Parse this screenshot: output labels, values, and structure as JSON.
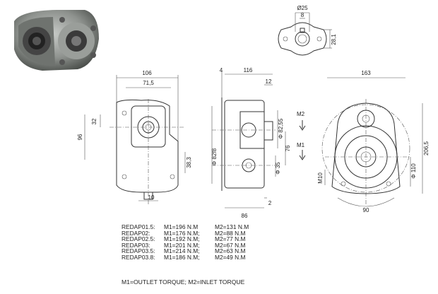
{
  "photo": {
    "alt_icon": "gearbox-photo"
  },
  "dims": {
    "front_width": "106",
    "front_inner": "71,5",
    "front_32": "32",
    "front_96": "96",
    "front_38": "38,3",
    "front_10": "10",
    "side_4": "4",
    "side_116": "116",
    "side_12": "12",
    "side_82_55": "Φ 82,55",
    "side_76": "76",
    "side_82_18": "Φ 82f8",
    "side_35": "Φ 35",
    "side_86": "86",
    "side_2": "2",
    "side_m2": "M2",
    "side_m1": "M1",
    "shaft_25": "Ø25",
    "shaft_8": "8",
    "shaft_28": "28,1",
    "rear_163": "163",
    "rear_110": "Φ 110",
    "rear_206": "206,5",
    "rear_m10": "M10",
    "rear_90": "90"
  },
  "table": {
    "rows": [
      {
        "model": "REDAP01.5:",
        "m1": "M1=196 N.M",
        "m2": "M2=131 N.M"
      },
      {
        "model": "REDAP02:",
        "m1": "M1=176 N.M;",
        "m2": "M2=88 N.M"
      },
      {
        "model": "REDAP02.5:",
        "m1": "M1=192 N.M;",
        "m2": "M2=77 N.M"
      },
      {
        "model": "REDAP03:",
        "m1": "M1=201 N.M;",
        "m2": "M2=67 N.M"
      },
      {
        "model": "REDAP03.5:",
        "m1": "M1=214 N.M;",
        "m2": "M2=63 N.M"
      },
      {
        "model": "REDAP03.8:",
        "m1": "M1=186 N.M;",
        "m2": "M2=49 N.M"
      }
    ]
  },
  "legend": "M1=OUTLET TORQUE; M2=INLET TORQUE"
}
